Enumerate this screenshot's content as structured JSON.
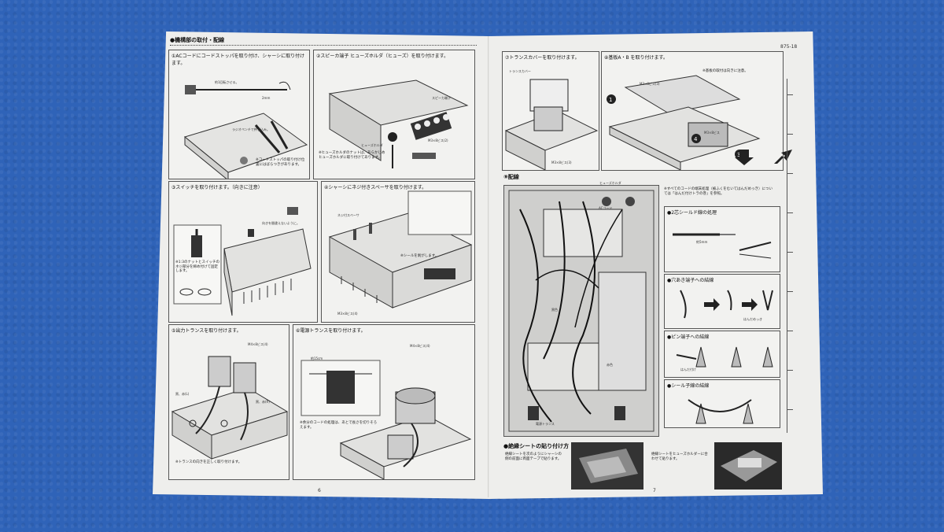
{
  "left_page": {
    "header": "●機構部の取付・配線",
    "page_number": "6",
    "panels": [
      {
        "title": "①ACコードにコードストッパを取り付け、シャーシに取り付けます。",
        "labels": [
          "約1回転させる。",
          "2mm",
          "ラジオペンチで押し込み。"
        ],
        "note": "※コードストッパの取り付け位置にはばらつきがあります。"
      },
      {
        "title": "②スピーカ端子 ヒューズホルダ（ヒューズ）を取り付けます。",
        "labels": [
          "スピーカ端子",
          "ヒューズホルダ",
          "M3×8ビス(2)"
        ],
        "note": "※ヒューズホルダのナットは、あらかじめヒューズホルダに取り付けてあります。"
      },
      {
        "title": "③スイッチを取り付けます。（向きに注意）",
        "labels": [
          "向きを間違えないように。"
        ],
        "note": "※1:3のナットとスイッチのネジ部分を締め付けて固定します。"
      },
      {
        "title": "④シャーシにネジ付きスペーサを取り付けます。",
        "labels": [
          "ネジ付スペーサ",
          "M3×8ビス(4)"
        ],
        "note": "※シールを剥がします。"
      },
      {
        "title": "⑤出力トランスを取り付けます。",
        "labels": [
          "M4×8ビス(4)",
          "黒、赤(L)",
          "黒、赤(R)"
        ],
        "note": "※トランスの向きを正しく取り付けます。"
      },
      {
        "title": "⑥電源トランスを取り付けます。",
        "labels": [
          "M4×8ビス(4)",
          "約15cm"
        ],
        "note": "※余分のコードの処理は、あとで長さを切りそろえます。"
      }
    ]
  },
  "right_page": {
    "page_number": "7",
    "top_right_code": "875-18",
    "panels": [
      {
        "title": "⑦トランスカバーを取り付けます。",
        "labels": [
          "トランスカバー",
          "M3×8ビス(3)"
        ]
      },
      {
        "title": "⑧基板A・B を取り付けます。",
        "labels": [
          "M3×8ビス(3)",
          "M3×8ビス"
        ],
        "note": "※基板の取付は向きに注意。"
      },
      {
        "title": "⑨配線",
        "labels": [
          "ACコード",
          "ヒューズホルダ",
          "黒色",
          "赤色",
          "電源トランス"
        ],
        "note": "※すべてのコードの端末処理（被ふくをむいてはんだめっき）については「はんだ付けトラの巻」を参照。"
      },
      {
        "title": "●2芯シールド線の処理",
        "labels": [
          "約5mm"
        ]
      },
      {
        "title": "●穴あき端子への結線",
        "labels": [
          "はんだめっき"
        ]
      },
      {
        "title": "●ピン端子への結線",
        "labels": [
          "はんだ付け"
        ]
      },
      {
        "title": "●シール子線の結線",
        "labels": []
      }
    ],
    "footer": {
      "title": "●絶縁シートの貼り付け方",
      "note_1": "絶縁シートを次のようにシャーシの側の前面に両面テープで貼ります。",
      "note_2": "絶縁シートをヒューズホルダーに合わせて貼ります。"
    }
  }
}
